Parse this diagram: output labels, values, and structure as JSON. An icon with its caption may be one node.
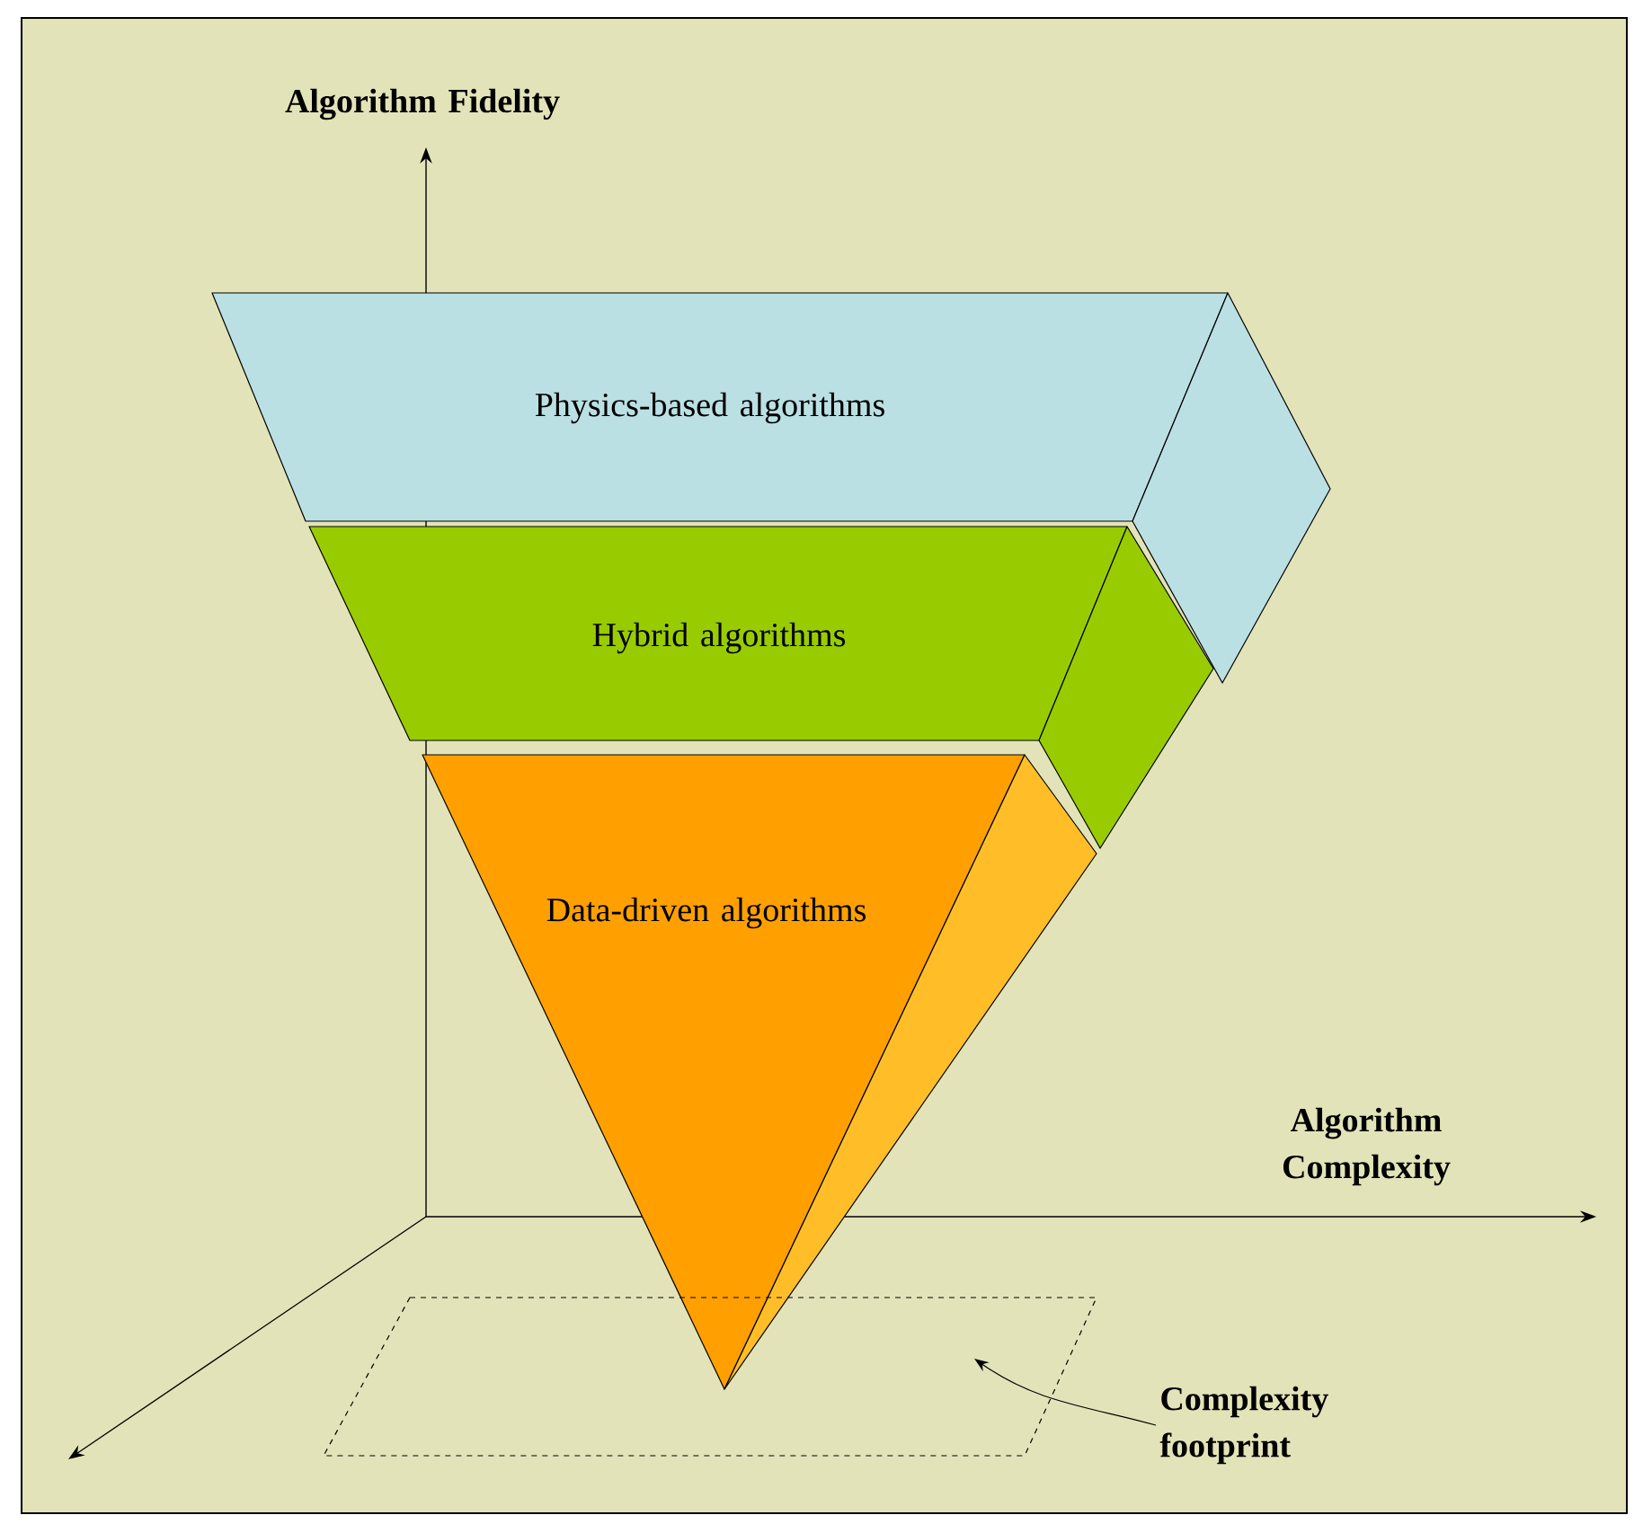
{
  "diagram": {
    "nodes": [
      {
        "text": [
          "Physics-based algorithms"
        ]
      },
      {
        "text": [
          "Hybrid algorithms"
        ]
      },
      {
        "text": [
          "Data-driven algorithms"
        ]
      },
      {
        "text": [
          "Complexity footprint"
        ]
      },
      {
        "text": [],
        "shape": "parallelogram"
      }
    ],
    "edges": [
      {
        "from": 3,
        "to": 4,
        "arrow": "to"
      }
    ],
    "labels": [
      "Algorithm Fidelity",
      "Algorithm Complexity"
    ]
  }
}
